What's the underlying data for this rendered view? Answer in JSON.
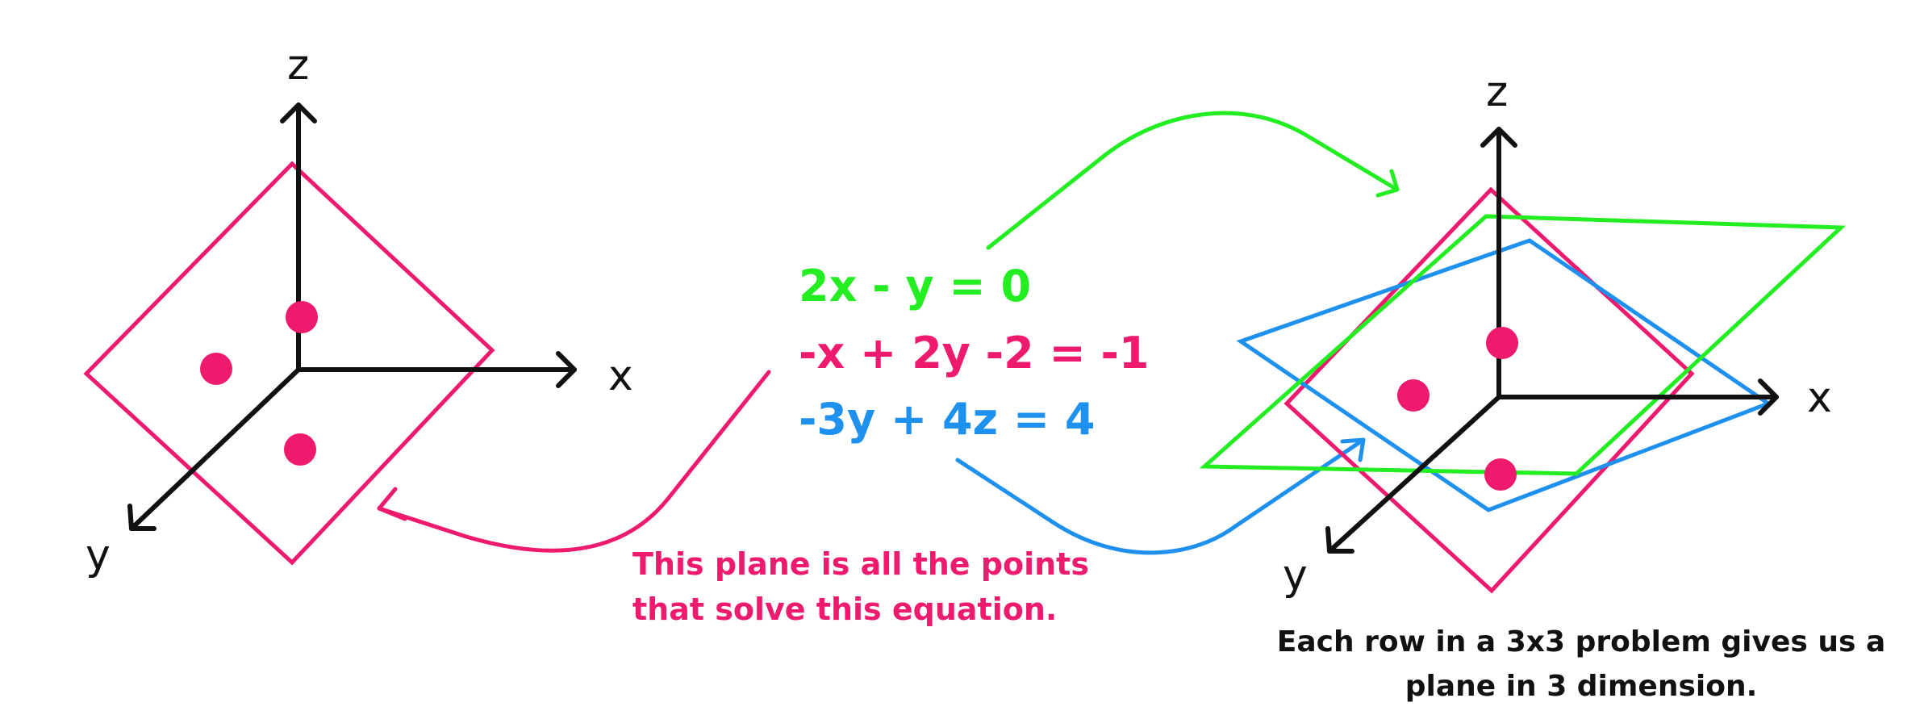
{
  "colors": {
    "green": "#22ee22",
    "magenta": "#ee1a6e",
    "blue": "#1e90ee",
    "axis": "#111111"
  },
  "left_diagram": {
    "axis_z": "z",
    "axis_x": "x",
    "axis_y": "y"
  },
  "equations": {
    "eq1": "2x - y = 0",
    "eq2": "-x + 2y -2 = -1",
    "eq3": "-3y + 4z = 4"
  },
  "left_caption": {
    "line1": "This plane is all the points",
    "line2": "that solve this equation."
  },
  "right_diagram": {
    "axis_z": "z",
    "axis_x": "x",
    "axis_y": "y"
  },
  "right_caption": {
    "line1": "Each row in a 3x3 problem gives us a",
    "line2": "plane in 3 dimension."
  }
}
